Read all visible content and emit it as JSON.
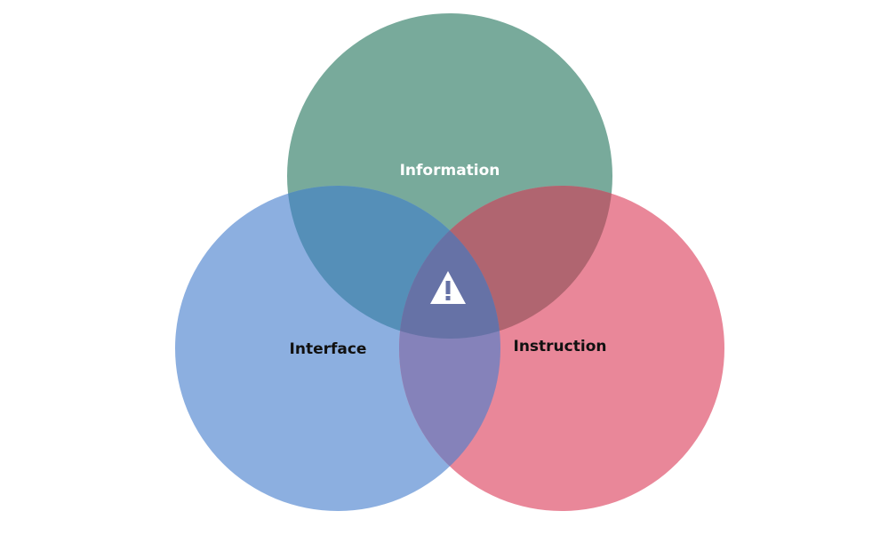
{
  "diagram": {
    "sets": [
      {
        "id": "information",
        "label": "Information",
        "color": "#78AA9B",
        "text_color": "#ffffff"
      },
      {
        "id": "interface",
        "label": "Interface",
        "color": "#8CAFE0",
        "text_color": "#111111"
      },
      {
        "id": "instruction",
        "label": "Instruction",
        "color": "#E98799",
        "text_color": "#111111"
      }
    ],
    "overlaps": {
      "information_interface": "#558FB8",
      "information_instruction": "#B06570",
      "interface_instruction": "#8582BA",
      "all_three": "#6672A6"
    },
    "center_icon": "warning-triangle-icon",
    "center_icon_color": "#ffffff"
  }
}
